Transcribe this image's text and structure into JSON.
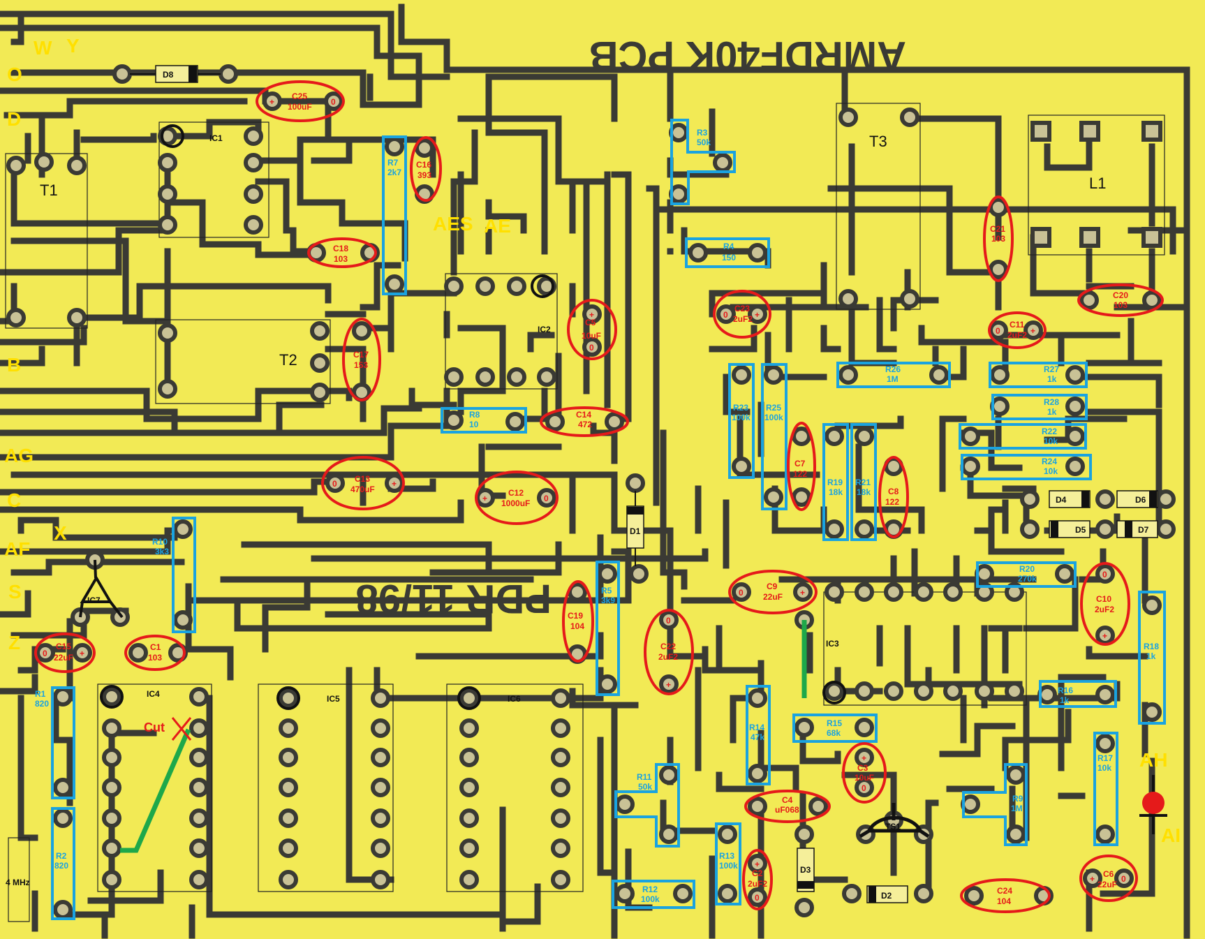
{
  "board": {
    "title_mirrored": "AMRDF40K PCB",
    "date_mirrored": "PDR 11/98",
    "background": "#f2ea55",
    "copper": "#3a3a34"
  },
  "connectors": {
    "W": "W",
    "Y": "Y",
    "O": "O",
    "D": "D",
    "B": "B",
    "AG": "AG",
    "C": "C",
    "AF": "AF",
    "X": "X",
    "S": "S",
    "Z": "Z",
    "AES": "AES",
    "AE": "AE",
    "AH": "AH",
    "AI": "AI"
  },
  "ics": {
    "IC1": "IC1",
    "IC2": "IC2",
    "IC3": "IC3",
    "IC4": "IC4",
    "IC5": "IC5",
    "IC6": "IC6",
    "IC7": "IC7"
  },
  "transformers": {
    "T1": "T1",
    "T2": "T2",
    "T3": "T3",
    "L1": "L1"
  },
  "crystal": "4 MHz",
  "cut_note": "Cut",
  "resistors": {
    "R1": {
      "name": "R1",
      "value": "820"
    },
    "R2": {
      "name": "R2",
      "value": "820"
    },
    "R3": {
      "name": "R3",
      "value": "50k"
    },
    "R4": {
      "name": "R4",
      "value": "150"
    },
    "R5": {
      "name": "R5",
      "value": "3k9"
    },
    "R7": {
      "name": "R7",
      "value": "2k7"
    },
    "R8": {
      "name": "R8",
      "value": "10"
    },
    "R9": {
      "name": "R9",
      "value": "1M"
    },
    "R10": {
      "name": "R10",
      "value": "3k3"
    },
    "R11": {
      "name": "R11",
      "value": "50k"
    },
    "R12": {
      "name": "R12",
      "value": "100k"
    },
    "R13": {
      "name": "R13",
      "value": "100k"
    },
    "R14": {
      "name": "R14",
      "value": "47k"
    },
    "R15": {
      "name": "R15",
      "value": "68k"
    },
    "R16": {
      "name": "R16",
      "value": "1k"
    },
    "R17": {
      "name": "R17",
      "value": "10k"
    },
    "R18": {
      "name": "R18",
      "value": "1k"
    },
    "R19": {
      "name": "R19",
      "value": "18k"
    },
    "R20": {
      "name": "R20",
      "value": "270k"
    },
    "R21": {
      "name": "R21",
      "value": "18k"
    },
    "R22": {
      "name": "R22",
      "value": "10k"
    },
    "R23": {
      "name": "R23",
      "value": "100k"
    },
    "R24": {
      "name": "R24",
      "value": "10k"
    },
    "R25": {
      "name": "R25",
      "value": "100k"
    },
    "R26": {
      "name": "R26",
      "value": "1M"
    },
    "R27": {
      "name": "R27",
      "value": "1k"
    },
    "R28": {
      "name": "R28",
      "value": "1k"
    }
  },
  "capacitors": {
    "C1": {
      "name": "C1",
      "value": "103"
    },
    "C2": {
      "name": "C2",
      "value": "2uF2"
    },
    "C3": {
      "name": "C3",
      "value": "10uF"
    },
    "C4": {
      "name": "C4",
      "value": "uF068"
    },
    "C5": {
      "name": "C5",
      "value": "10uF"
    },
    "C6": {
      "name": "C6",
      "value": "22uF"
    },
    "C7": {
      "name": "C7",
      "value": "122"
    },
    "C8": {
      "name": "C8",
      "value": "122"
    },
    "C9": {
      "name": "C9",
      "value": "22uF"
    },
    "C10": {
      "name": "C10",
      "value": "2uF2"
    },
    "C11": {
      "name": "C11",
      "value": "2uF2"
    },
    "C12": {
      "name": "C12",
      "value": "1000uF"
    },
    "C13": {
      "name": "C13",
      "value": "470uF"
    },
    "C14": {
      "name": "C14",
      "value": "472"
    },
    "C15": {
      "name": "C15",
      "value": "22uF"
    },
    "C16": {
      "name": "C16",
      "value": "393"
    },
    "C17": {
      "name": "C17",
      "value": "153"
    },
    "C18": {
      "name": "C18",
      "value": "103"
    },
    "C19": {
      "name": "C19",
      "value": "104"
    },
    "C20": {
      "name": "C20",
      "value": "103"
    },
    "C21": {
      "name": "C21",
      "value": "103"
    },
    "C22": {
      "name": "C22",
      "value": "2uF2"
    },
    "C23": {
      "name": "C23",
      "value": "2uF2"
    },
    "C24": {
      "name": "C24",
      "value": "104"
    },
    "C25": {
      "name": "C25",
      "value": "100uF"
    }
  },
  "polarity": {
    "plus": "+",
    "zero": "0"
  },
  "diodes": {
    "D1": "D1",
    "D2": "D2",
    "D3": "D3",
    "D4": "D4",
    "D5": "D5",
    "D6": "D6",
    "D7": "D7",
    "D8": "D8"
  },
  "transistor": "TS1",
  "colors": {
    "resistor_outline": "#1aa3e0",
    "capacitor_outline": "#e51a1a",
    "label_yellow": "#ffe000",
    "jumper_green": "#1ea84a",
    "led_red": "#e51a1a"
  }
}
